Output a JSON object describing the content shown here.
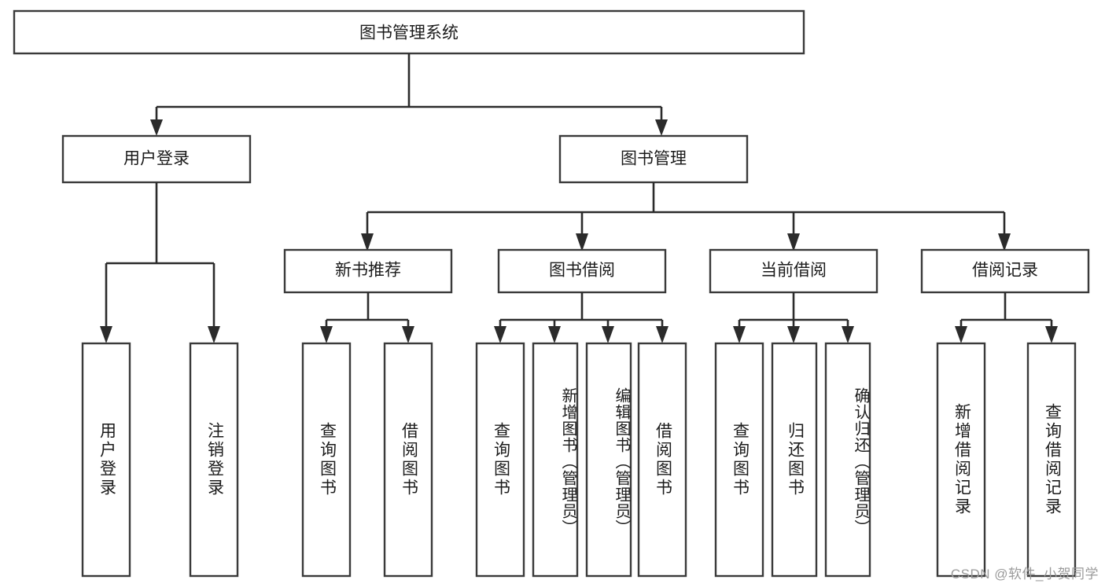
{
  "diagram": {
    "type": "tree",
    "title_text": "图书管理系统",
    "watermark": "CSDN @软件_小贺同学",
    "colors": {
      "box_stroke": "#3a3a3a",
      "connector": "#2b2b2b",
      "text": "#1b1b1b",
      "background": "#ffffff",
      "watermark": "#9a9a9a"
    },
    "levels": {
      "root": "图书管理系统",
      "level2": [
        "用户登录",
        "图书管理"
      ],
      "level3": [
        "新书推荐",
        "图书借阅",
        "当前借阅",
        "借阅记录"
      ]
    },
    "nodes": {
      "root": {
        "label": "图书管理系统"
      },
      "user_login": {
        "label": "用户登录"
      },
      "book_manage": {
        "label": "图书管理"
      },
      "new_book_rec": {
        "label": "新书推荐"
      },
      "book_borrow": {
        "label": "图书借阅"
      },
      "current_borrow": {
        "label": "当前借阅"
      },
      "borrow_record": {
        "label": "借阅记录"
      }
    },
    "leaves": [
      {
        "id": "leaf-user-login",
        "label": "用户登录",
        "parent": "用户登录"
      },
      {
        "id": "leaf-logout",
        "label": "注销登录",
        "parent": "用户登录"
      },
      {
        "id": "leaf-query-book-1",
        "label": "查询图书",
        "parent": "新书推荐"
      },
      {
        "id": "leaf-borrow-book-1",
        "label": "借阅图书",
        "parent": "新书推荐"
      },
      {
        "id": "leaf-query-book-2",
        "label": "查询图书",
        "parent": "图书借阅"
      },
      {
        "id": "leaf-add-book",
        "label": "新增图书（管理员）",
        "parent": "图书借阅"
      },
      {
        "id": "leaf-edit-book",
        "label": "编辑图书（管理员）",
        "parent": "图书借阅"
      },
      {
        "id": "leaf-borrow-book-2",
        "label": "借阅图书",
        "parent": "图书借阅"
      },
      {
        "id": "leaf-query-book-3",
        "label": "查询图书",
        "parent": "当前借阅"
      },
      {
        "id": "leaf-return-book",
        "label": "归还图书",
        "parent": "当前借阅"
      },
      {
        "id": "leaf-confirm-return",
        "label": "确认归还（管理员）",
        "parent": "当前借阅"
      },
      {
        "id": "leaf-add-record",
        "label": "新增借阅记录",
        "parent": "借阅记录"
      },
      {
        "id": "leaf-query-record",
        "label": "查询借阅记录",
        "parent": "借阅记录"
      }
    ]
  }
}
